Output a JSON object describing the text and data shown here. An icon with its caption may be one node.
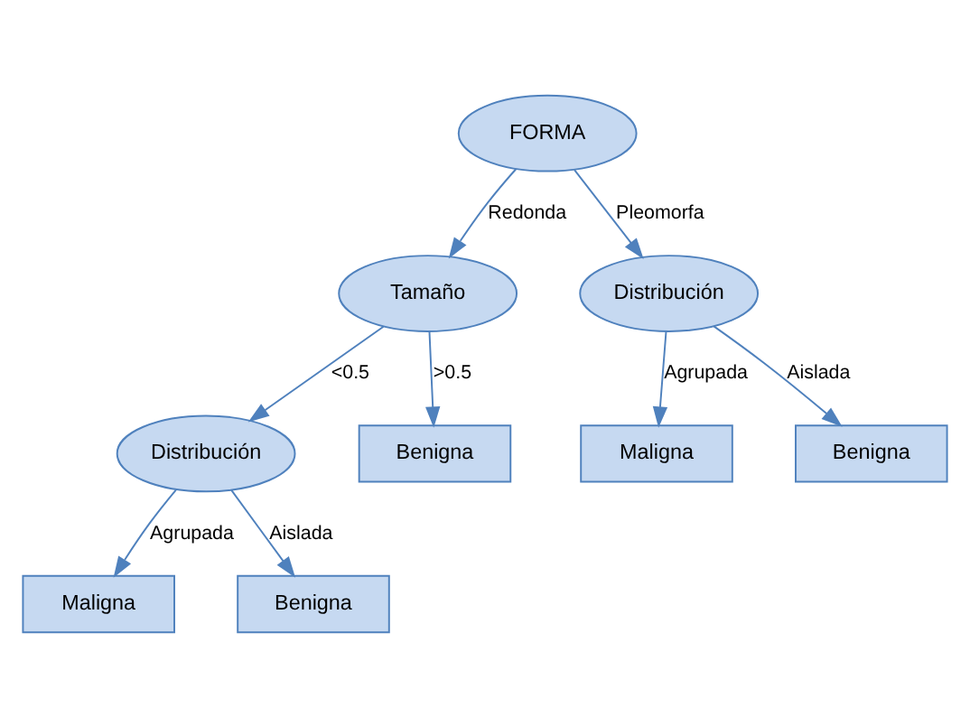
{
  "diagram": {
    "nodes": [
      {
        "text": [
          "FORMA"
        ]
      },
      {
        "text": [
          "Tamaño"
        ]
      },
      {
        "text": [
          "Distribución"
        ]
      },
      {
        "text": [
          "Distribución"
        ]
      },
      {
        "text": [
          "Benigna"
        ]
      },
      {
        "text": [
          "Maligna"
        ]
      },
      {
        "text": [
          "Benigna"
        ]
      },
      {
        "text": [
          "Maligna"
        ]
      },
      {
        "text": [
          "Benigna"
        ]
      }
    ],
    "edges": [
      {
        "from": 0,
        "to": 1,
        "arrow": "to",
        "label": "Redonda"
      },
      {
        "from": 0,
        "to": 2,
        "arrow": "to",
        "label": "Pleomorfa"
      },
      {
        "from": 1,
        "to": 3,
        "arrow": "to",
        "label": "<0.5"
      },
      {
        "from": 1,
        "to": 4,
        "arrow": "to",
        "label": ">0.5"
      },
      {
        "from": 2,
        "to": 5,
        "arrow": "to",
        "label": "Agrupada"
      },
      {
        "from": 2,
        "to": 6,
        "arrow": "to",
        "label": "Aislada"
      },
      {
        "from": 3,
        "to": 7,
        "arrow": "to",
        "label": "Agrupada"
      },
      {
        "from": 3,
        "to": 8,
        "arrow": "to",
        "label": "Aislada"
      }
    ]
  }
}
